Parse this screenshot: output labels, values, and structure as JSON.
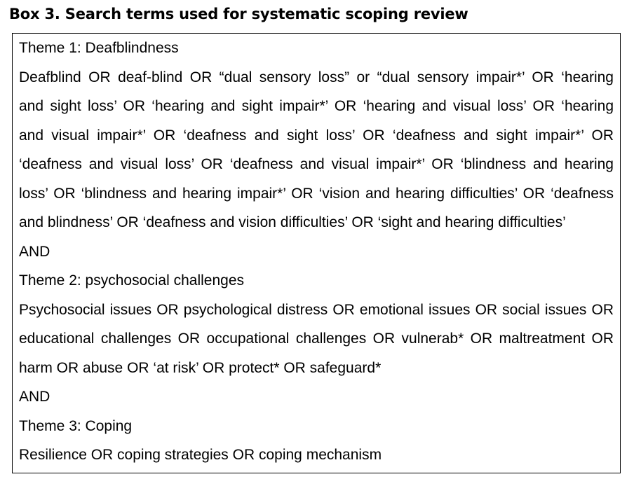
{
  "title": "Box 3. Search terms used for systematic scoping review",
  "lines": [
    "Theme 1: Deafblindness",
    "Deafblind OR deaf-blind OR “dual sensory loss” or “dual sensory impair*’ OR ‘hearing",
    "and sight loss’ OR ‘hearing and sight impair*’ OR ‘hearing and visual loss’ OR ‘hearing",
    "and visual impair*’ OR ‘deafness and sight loss’ OR ‘deafness and sight impair*’ OR",
    "‘deafness and visual loss’ OR ‘deafness and visual impair*’ OR ‘blindness and hearing",
    "loss’ OR ‘blindness and hearing impair*’ OR ‘vision and hearing difficulties’ OR ‘deafness",
    "and blindness’ OR ‘deafness and vision difficulties’ OR ‘sight and hearing difficulties’",
    "AND",
    "Theme 2: psychosocial challenges",
    "Psychosocial issues OR psychological distress OR emotional issues OR social issues OR",
    "educational challenges OR occupational challenges OR vulnerab* OR maltreatment OR",
    "harm OR abuse OR ‘at risk’ OR protect* OR safeguard*",
    "AND",
    "Theme 3: Coping",
    "Resilience OR coping strategies OR coping mechanism"
  ]
}
